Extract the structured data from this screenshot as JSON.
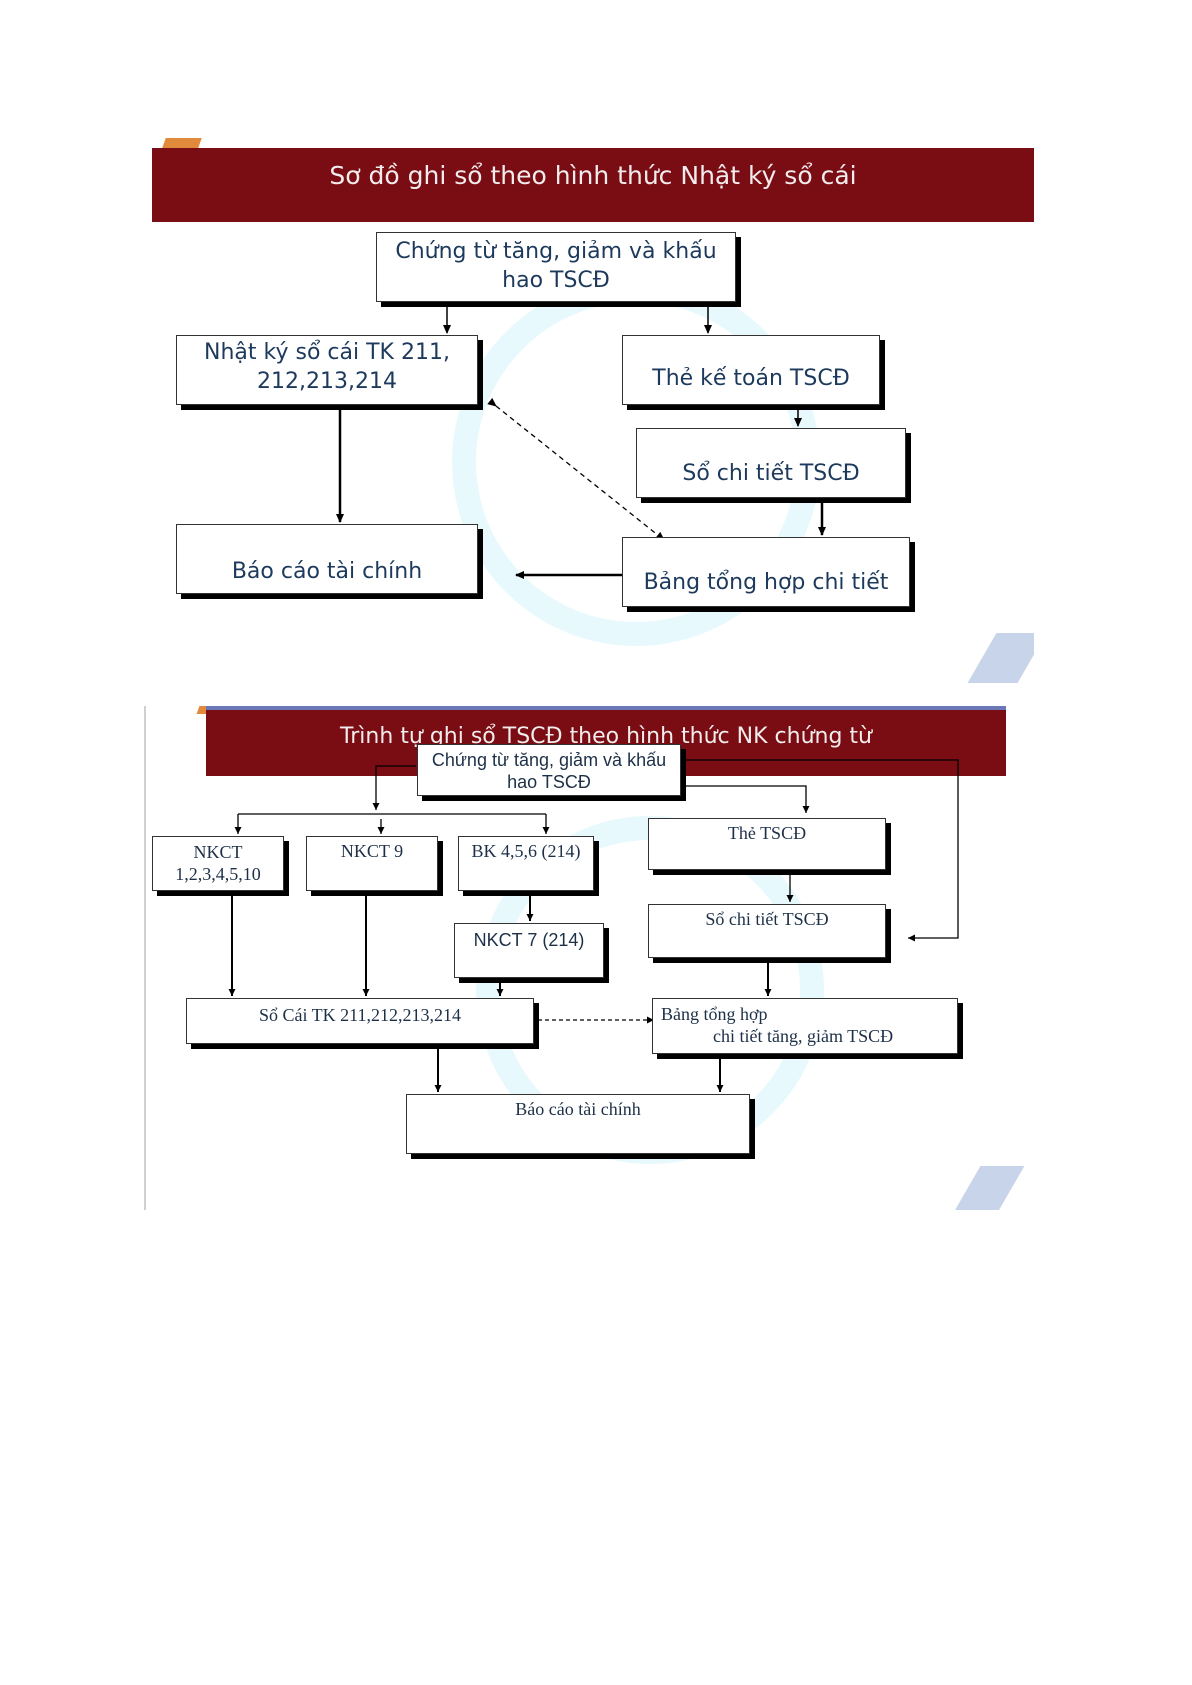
{
  "diagram1": {
    "title": "Sơ đồ ghi sổ theo hình thức Nhật ký sổ cái",
    "nodes": {
      "source": [
        "Chứng từ tăng, giảm và khấu",
        "hao TSCĐ"
      ],
      "journal_ledger": [
        "Nhật ký sổ cái TK 211,",
        "212,213,214"
      ],
      "asset_card": "Thẻ kế toán TSCĐ",
      "detail_book": "Sổ chi tiết TSCĐ",
      "financial_report": "Báo cáo tài chính",
      "detail_summary": "Bảng tổng hợp chi tiết"
    }
  },
  "diagram2": {
    "title": "Trình tự ghi sổ TSCĐ theo hình thức NK chứng từ",
    "nodes": {
      "source": [
        "Chứng từ tăng, giảm và khấu",
        "hao TSCĐ"
      ],
      "nkct_group": [
        "NKCT",
        "1,2,3,4,5,10"
      ],
      "nkct9": "NKCT 9",
      "bk456": "BK 4,5,6 (214)",
      "nkct7": "NKCT 7 (214)",
      "asset_card": "Thẻ TSCĐ",
      "detail_book": "Sổ chi tiết TSCĐ",
      "general_ledger": "Sổ Cái TK 211,212,213,214",
      "detail_summary": [
        "Bảng tổng hợp",
        "chi tiết tăng, giảm TSCĐ"
      ],
      "financial_report": "Báo cáo tài chính"
    }
  },
  "colors": {
    "banner": "#7a0c14",
    "banner_text": "#f2ecec",
    "box_text": "#1d3a5c"
  }
}
